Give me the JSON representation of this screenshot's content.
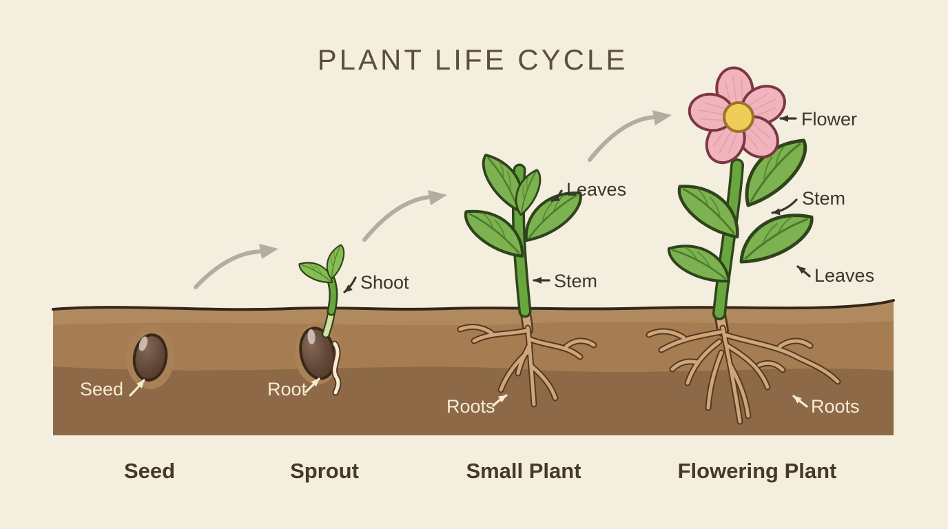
{
  "title": "PLANT LIFE CYCLE",
  "stage_labels": {
    "seed": "Seed",
    "sprout": "Sprout",
    "small_plant": "Small Plant",
    "flowering_plant": "Flowering Plant"
  },
  "labels": {
    "seed": "Seed",
    "root": "Root",
    "shoot": "Shoot",
    "leaves_small": "Leaves",
    "stem_small": "Stem",
    "roots_small": "Roots",
    "flower": "Flower",
    "stem_flowering": "Stem",
    "leaves_flowering": "Leaves",
    "roots_flowering": "Roots"
  },
  "colors": {
    "background": "#f4eede",
    "title_text": "#5c4e3d",
    "soil_light": "#b1895f",
    "soil_mid": "#a67c52",
    "soil_dark": "#8d6947",
    "soil_outline": "#33271a",
    "leaf_green": "#7cb24f",
    "cotyledon_green": "#85bd52",
    "stem_green": "#68a73e",
    "leaf_outline": "#2f431c",
    "root_tan": "#cda77a",
    "root_outline": "#563821",
    "seed_brown": "#5a4130",
    "seed_halo": "#aa8157",
    "petal_pink": "#f1b4bd",
    "petal_outline": "#7b3744",
    "flower_center_yellow": "#f0cd58",
    "label_dark": "#3b362d",
    "label_cream": "#f6ecd6",
    "stage_label_text": "#473929",
    "transition_arrow_gray": "#b2aca1"
  }
}
